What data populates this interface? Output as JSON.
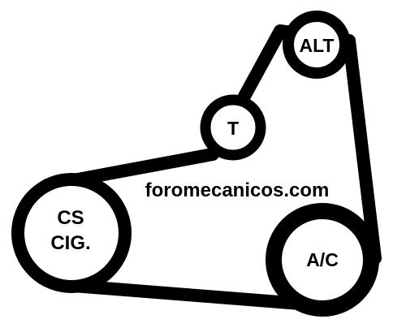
{
  "diagram": {
    "watermark": "foromecanicos.com",
    "pulleys": {
      "alternator": "ALT",
      "tensioner": "T",
      "crankshaft_line1": "CS",
      "crankshaft_line2": "CIG.",
      "ac_compressor": "A/C"
    },
    "colors": {
      "belt": "#000000",
      "background": "#ffffff",
      "text": "#000000"
    }
  }
}
